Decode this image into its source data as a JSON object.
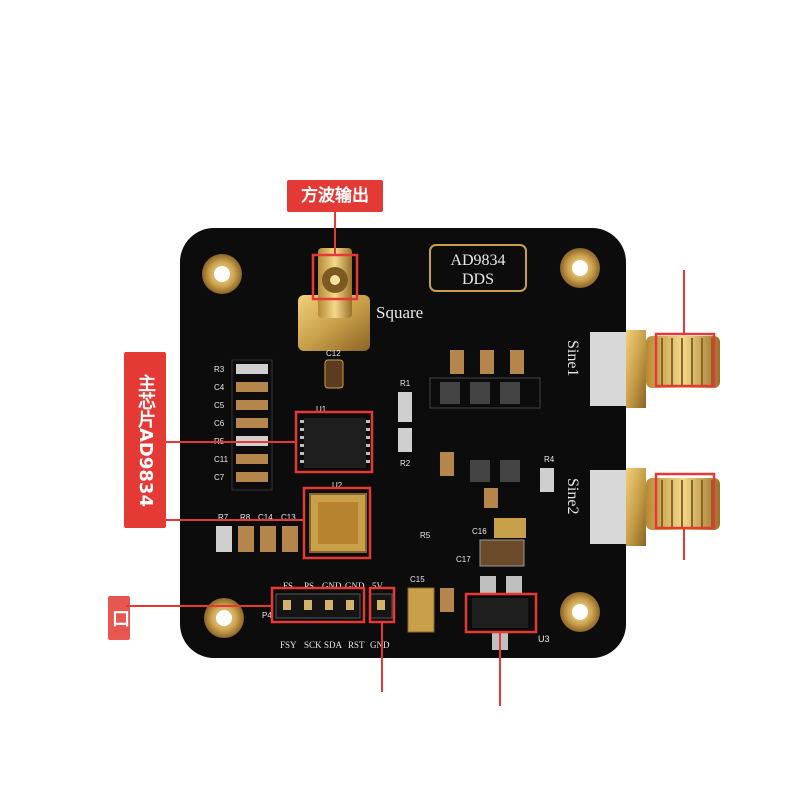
{
  "callouts": {
    "square_output": "方波输出",
    "main_chip": "主芯片AD9834",
    "interface_fragment": "口"
  },
  "board": {
    "badge_line1": "AD9834",
    "badge_line2": "DDS",
    "square_label": "Square",
    "sine1_label": "Sine1",
    "sine2_label": "Sine2",
    "ref_u1": "U1",
    "ref_u2": "U2",
    "ref_u3": "U3",
    "ref_c12": "C12",
    "ref_c14": "C14",
    "ref_c13": "C13",
    "ref_c15": "C15",
    "ref_c16": "C16",
    "ref_c17": "C17",
    "ref_r7": "R7",
    "ref_r8": "R8",
    "ref_r1": "R1",
    "ref_r2": "R2",
    "ref_r4": "R4",
    "ref_r5": "R5",
    "ref_p4": "P4",
    "header_top": [
      "FS",
      "PS",
      "GND",
      "GND",
      "5V"
    ],
    "header_bottom": [
      "FSY",
      "SCK",
      "SDA",
      "RST",
      "GND"
    ],
    "left_column_refs": [
      "R3",
      "C4",
      "C5",
      "C6",
      "R5",
      "C11",
      "C7"
    ]
  },
  "colors": {
    "highlight": "#e53935",
    "pcb": "#0c0c0c",
    "gold": "#c9a04a",
    "silkscreen": "#e8e8e8"
  }
}
